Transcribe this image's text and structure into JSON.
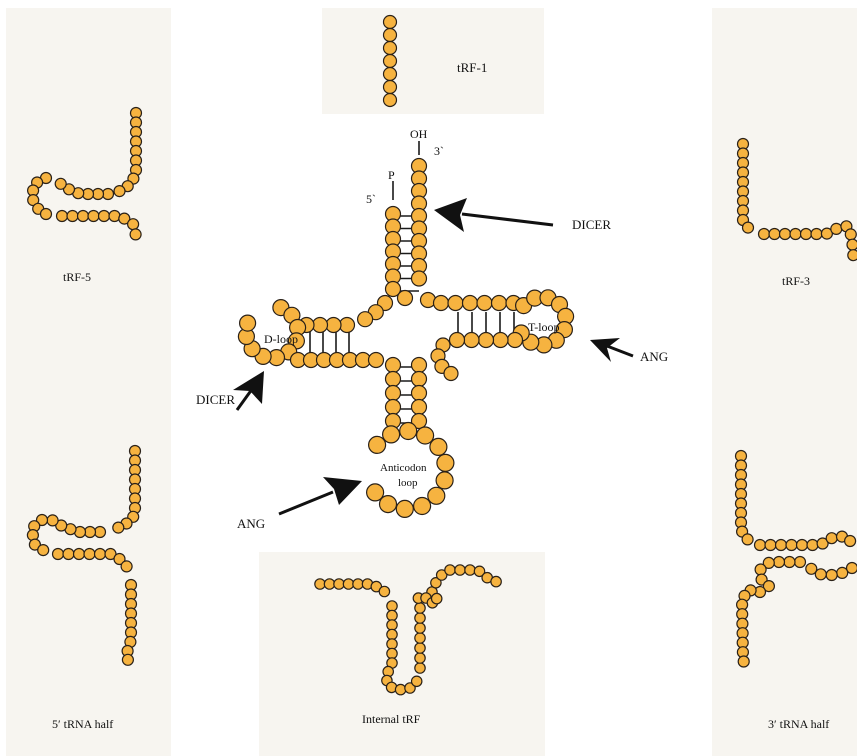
{
  "colors": {
    "nucleotide_fill": "#f6b340",
    "nucleotide_stroke": "#2a2118",
    "panel_background": "#f7f5f0",
    "arrow": "#111111"
  },
  "panels": {
    "trf1": "tRF-1",
    "trf5": "tRF-5",
    "trf3": "tRF-3",
    "half5": "5′ tRNA half",
    "half3": "3′ tRNA half",
    "internal": "Internal tRF"
  },
  "trna": {
    "oh": "OH",
    "three_prime": "3`",
    "phosphate": "P",
    "five_prime": "5`",
    "d_loop": "D-loop",
    "t_loop": "T-loop",
    "anticodon_line1": "Anticodon",
    "anticodon_line2": "loop"
  },
  "arrows": {
    "dicer_stem": "DICER",
    "dicer_dloop": "DICER",
    "ang_tloop": "ANG",
    "ang_anticodon": "ANG"
  }
}
